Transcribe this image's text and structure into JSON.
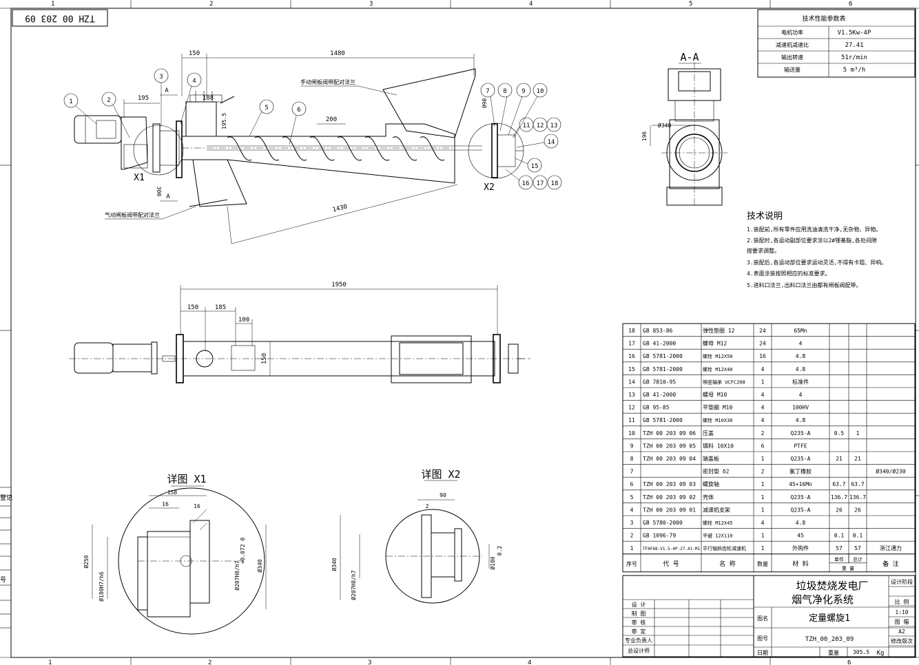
{
  "title_block_code": "TZH 00 203 09",
  "zone_numbers": [
    "1",
    "2",
    "3",
    "4",
    "5",
    "6"
  ],
  "left_labels": [
    "登记",
    "号"
  ],
  "tech_params": {
    "title": "技术性能参数表",
    "rows": [
      {
        "label": "电机功率",
        "value": "V1.5Kw-4P"
      },
      {
        "label": "减速机减速比",
        "value": "27.41"
      },
      {
        "label": "输出转速",
        "value": "51r/min"
      },
      {
        "label": "输送量",
        "value": "5 m³/h"
      }
    ]
  },
  "section_label": "A-A",
  "tech_notes": {
    "title": "技术说明",
    "lines": [
      "1.装配前,所有零件应用洗油清洗干净,无杂物、异物。",
      "2.装配时,各运动副部位要求涂以2#锂基脂,各处间隙",
      "  按要求调整。",
      "3.装配后,各运动部位要求运动灵活,不得有卡阻、异响。",
      "4.表面涂装按照相应的标准要求。",
      "5.进料口法兰,出料口法兰由都有闸板阀配带。"
    ]
  },
  "bom": {
    "rows": [
      {
        "no": "18",
        "code": "GB 853-86",
        "name": "弹性垫圈 12",
        "qty": "24",
        "material": "65Mn",
        "unit": "",
        "total": "",
        "note": ""
      },
      {
        "no": "17",
        "code": "GB 41-2000",
        "name": "螺母 M12",
        "qty": "24",
        "material": "4",
        "unit": "",
        "total": "",
        "note": ""
      },
      {
        "no": "16",
        "code": "GB 5781-2000",
        "name": "螺栓 M12X50",
        "qty": "16",
        "material": "4.8",
        "unit": "",
        "total": "",
        "note": ""
      },
      {
        "no": "15",
        "code": "GB 5781-2000",
        "name": "螺栓 M12X40",
        "qty": "4",
        "material": "4.8",
        "unit": "",
        "total": "",
        "note": ""
      },
      {
        "no": "14",
        "code": "GB 7810-95",
        "name": "带座轴承 UCFC208",
        "qty": "1",
        "material": "标准件",
        "unit": "",
        "total": "",
        "note": ""
      },
      {
        "no": "13",
        "code": "GB 41-2000",
        "name": "螺母 M10",
        "qty": "4",
        "material": "4",
        "unit": "",
        "total": "",
        "note": ""
      },
      {
        "no": "12",
        "code": "GB 95-85",
        "name": "平垫圈 M10",
        "qty": "4",
        "material": "100HV",
        "unit": "",
        "total": "",
        "note": ""
      },
      {
        "no": "11",
        "code": "GB 5781-2000",
        "name": "螺栓 M10X30",
        "qty": "4",
        "material": "4.8",
        "unit": "",
        "total": "",
        "note": ""
      },
      {
        "no": "10",
        "code": "TZH 00 203 09 06",
        "name": "压盖",
        "qty": "2",
        "material": "Q235-A",
        "unit": "0.5",
        "total": "1",
        "note": ""
      },
      {
        "no": "9",
        "code": "TZH 00 203 09 05",
        "name": "填料 10X10",
        "qty": "6",
        "material": "PTFE",
        "unit": "",
        "total": "",
        "note": ""
      },
      {
        "no": "8",
        "code": "TZH 00 203 09 04",
        "name": "端盖板",
        "qty": "1",
        "material": "Q235-A",
        "unit": "21",
        "total": "21",
        "note": ""
      },
      {
        "no": "7",
        "code": "",
        "name": "密封垫 δ2",
        "qty": "2",
        "material": "氯丁橡胶",
        "unit": "",
        "total": "",
        "note": "Ø340/Ø230"
      },
      {
        "no": "6",
        "code": "TZH 00 203 09 03",
        "name": "螺旋轴",
        "qty": "1",
        "material": "45+16Mn",
        "unit": "63.7",
        "total": "63.7",
        "note": ""
      },
      {
        "no": "5",
        "code": "TZH 00 203 09 02",
        "name": "壳体",
        "qty": "1",
        "material": "Q235-A",
        "unit": "136.7",
        "total": "136.7",
        "note": ""
      },
      {
        "no": "4",
        "code": "TZH 00 203 09 01",
        "name": "减速机支架",
        "qty": "1",
        "material": "Q235-A",
        "unit": "26",
        "total": "26",
        "note": ""
      },
      {
        "no": "3",
        "code": "GB 5780-2000",
        "name": "螺栓 M12X45",
        "qty": "4",
        "material": "4.8",
        "unit": "",
        "total": "",
        "note": ""
      },
      {
        "no": "2",
        "code": "GB 1096-79",
        "name": "平键 12X110",
        "qty": "1",
        "material": "45",
        "unit": "0.1",
        "total": "0.1",
        "note": ""
      },
      {
        "no": "1",
        "code": "TFAF68-V1.5-4P-27.41-M1",
        "name": "平行轴斜齿轮减速机",
        "qty": "1",
        "material": "外购件",
        "unit": "57",
        "total": "57",
        "note": "浙江通力"
      }
    ],
    "header": {
      "no": "序号",
      "code": "代 号",
      "name": "名 称",
      "qty": "数量",
      "material": "材 料",
      "unit": "单件",
      "total": "总计",
      "weight": "重 量",
      "note": "备 注"
    }
  },
  "title_block": {
    "company_line1": "垃圾焚烧发电厂",
    "company_line2": "烟气净化系统",
    "roles": [
      "设 计",
      "制 图",
      "审 核",
      "审 定",
      "专业负责人",
      "总设计师"
    ],
    "drawing_name_label": "图名",
    "drawing_name": "定量螺旋1",
    "drawing_no_label": "图号",
    "drawing_no": "TZH_00_203_09",
    "date_label": "日期",
    "weight_label": "重量",
    "weight_value": "305.5",
    "weight_unit": "Kg",
    "stage_label": "设计阶段",
    "scale_label": "比 例",
    "scale_value": "1:10",
    "size_label": "图 幅",
    "size_value": "A2",
    "rev_label": "修改版次"
  },
  "main_view": {
    "dims": {
      "d150": "150",
      "d1480": "1480",
      "d195": "195",
      "d108": "108",
      "d200": "200",
      "d1430": "1430",
      "d195_5": "195.5",
      "d300": "300",
      "d060": "060",
      "dA": "A"
    },
    "notes": {
      "manual_valve": "手动闸板阀带配对法兰",
      "pneumatic_valve": "气动闸板阀带配对法兰"
    },
    "balloons": [
      "1",
      "2",
      "3",
      "4",
      "5",
      "6",
      "7",
      "8",
      "9",
      "10",
      "11",
      "12",
      "13",
      "14",
      "15",
      "16",
      "17",
      "18"
    ],
    "detail_refs": [
      "X1",
      "X2"
    ]
  },
  "plan_view": {
    "dims": {
      "d1950": "1950",
      "d150": "150",
      "d185": "185",
      "d100": "100",
      "d150v": "150"
    }
  },
  "section_view": {
    "dims": {
      "d340": "Ø340",
      "d196": "196"
    }
  },
  "detail_x1": {
    "title": "详图 X1",
    "dims": {
      "d158": "158",
      "d16a": "16",
      "d16b": "16",
      "d250": "Ø250",
      "d180": "Ø180H7/h6",
      "d207": "Ø207H8/h7",
      "tol": "+0.072\n0",
      "d340": "Ø340"
    }
  },
  "detail_x2": {
    "title": "详图 X2",
    "dims": {
      "d90": "90",
      "d2": "2",
      "d340": "Ø340",
      "d207": "Ø207H8/h7",
      "d100": "Ø100",
      "tol": "0.2"
    }
  }
}
